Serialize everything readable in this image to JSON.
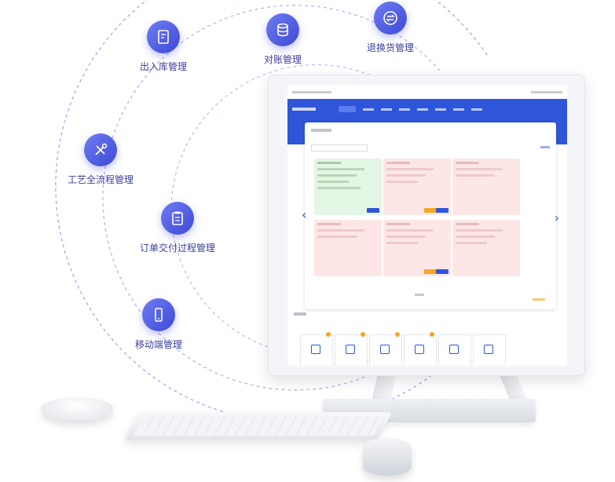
{
  "features": [
    {
      "label": "出入库管理",
      "icon": "document-edit-icon"
    },
    {
      "label": "对账管理",
      "icon": "coin-stack-icon"
    },
    {
      "label": "退换货管理",
      "icon": "exchange-icon"
    },
    {
      "label": "工艺全流程管理",
      "icon": "tools-icon"
    },
    {
      "label": "订单交付过程管理",
      "icon": "clipboard-icon"
    },
    {
      "label": "移动端管理",
      "icon": "mobile-phone-icon"
    }
  ],
  "colors": {
    "accent": "#2f56d8",
    "icon_gradient_start": "#6f7cf2",
    "icon_gradient_end": "#3e49d6",
    "label": "#3b3f9c"
  }
}
